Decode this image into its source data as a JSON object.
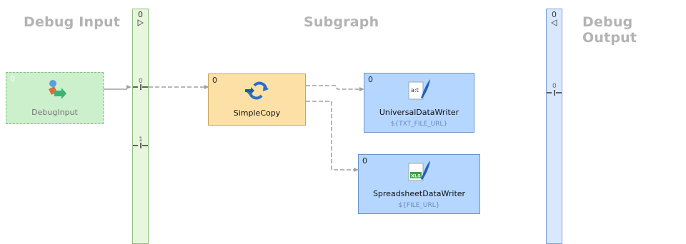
{
  "sections": {
    "input_title": "Debug Input",
    "subgraph_title": "Subgraph",
    "output_title": "Debug Output"
  },
  "input_bar": {
    "label": "0",
    "direction_icon": "triangle-right-icon",
    "ports": [
      "0",
      "1"
    ]
  },
  "output_bar": {
    "label": "0",
    "direction_icon": "triangle-left-icon",
    "ports": [
      "0"
    ]
  },
  "nodes": {
    "debug_input": {
      "number": "0",
      "label": "DebugInput",
      "icon": "debug-input-icon"
    },
    "simple_copy": {
      "number": "0",
      "label": "SimpleCopy",
      "icon": "copy-arrows-icon"
    },
    "universal_writer": {
      "number": "0",
      "label": "UniversalDataWriter",
      "param": "${TXT_FILE_URL}",
      "icon": "text-file-writer-icon"
    },
    "spreadsheet_writer": {
      "number": "0",
      "label": "SpreadsheetDataWriter",
      "param": "${FILE_URL}",
      "icon": "xls-writer-icon"
    }
  },
  "colors": {
    "title_gray": "#b3b3b3",
    "input_bar": "#e7f7dd",
    "output_bar": "#d9e8ff",
    "reader_node": "#ccefcc",
    "transformer_node": "#fde0a6",
    "writer_node": "#b5d6ff",
    "edge": "#a0a0a0"
  }
}
